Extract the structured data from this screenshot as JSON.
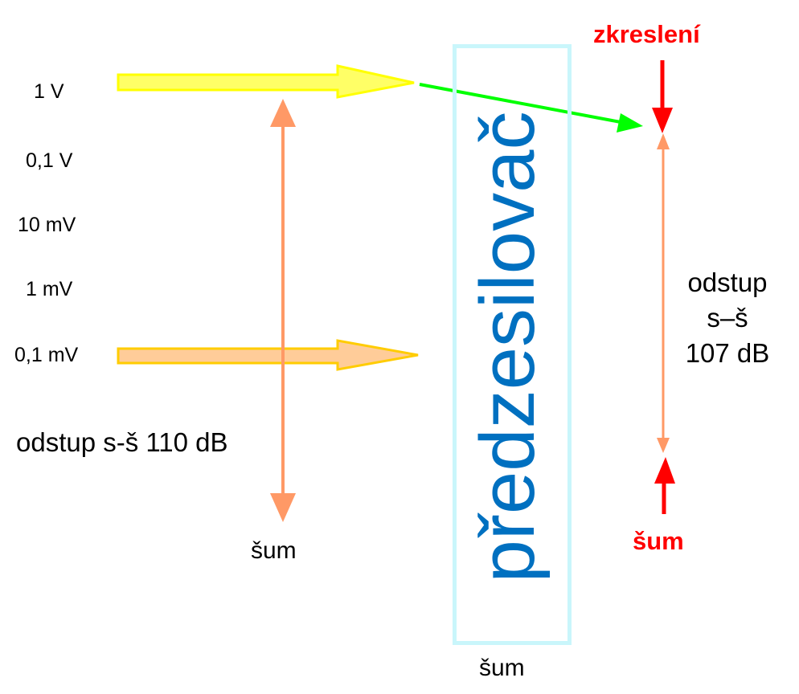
{
  "input_levels": [
    "1 V",
    "0,1 V",
    "10 mV",
    "1 mV",
    "0,1 mV"
  ],
  "left_snr": "odstup s-š 110 dB",
  "left_noise": "šum",
  "preamp_label": "předzesilovač",
  "preamp_noise": "šum",
  "distortion_label": "zkreslení",
  "right_snr_lines": [
    "odstup",
    "s–š",
    "107 dB"
  ],
  "right_noise": "šum",
  "colors": {
    "strong_signal_arrow": "#ffff66",
    "weak_signal_arrow": "#ffcc99",
    "arrow_outline": "#ffcc00",
    "range_arrow": "#ff9966",
    "gain_arrow": "#00ff00",
    "limit_arrow": "#ff0000",
    "preamp_border": "#c9f6fb",
    "preamp_text": "#0070c0"
  }
}
